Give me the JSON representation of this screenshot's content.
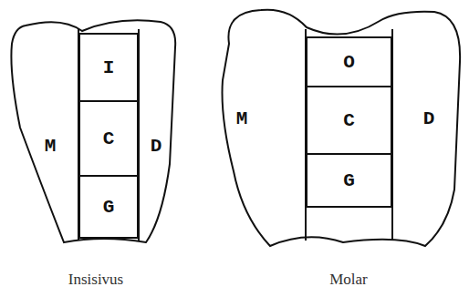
{
  "diagram": {
    "nodes": [
      {
        "text": [
          "M",
          "D"
        ]
      },
      {
        "text": [
          "I"
        ],
        "in": 0
      },
      {
        "text": [
          "C"
        ],
        "in": 0
      },
      {
        "text": [
          "G"
        ],
        "in": 0
      },
      {
        "text": [
          "M",
          "D"
        ]
      },
      {
        "text": [
          "O"
        ],
        "in": 4
      },
      {
        "text": [
          "C"
        ],
        "in": 4
      },
      {
        "text": [
          "G"
        ],
        "in": 4
      }
    ],
    "labels": [
      "Insisivus",
      "Molar"
    ]
  }
}
